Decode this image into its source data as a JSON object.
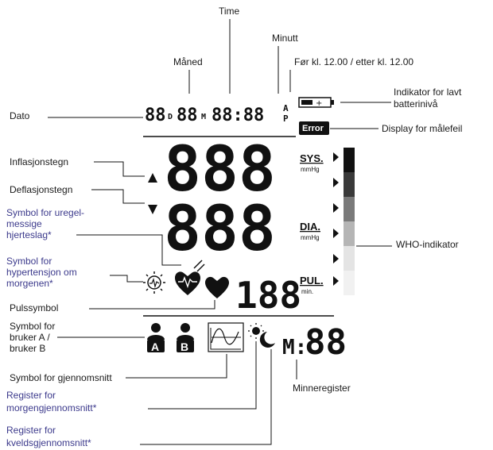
{
  "labels": {
    "time": "Time",
    "minutt": "Minutt",
    "maned": "Måned",
    "ampm": "Før kl. 12.00 / etter kl. 12.00",
    "battery_1": "Indikator for lavt",
    "battery_2": "batterinivå",
    "dato": "Dato",
    "malefeil": "Display for målefeil",
    "inflasjon": "Inflasjonstegn",
    "deflasjon": "Deflasjonstegn",
    "uregel_1": "Symbol for uregel-",
    "uregel_2": "messige",
    "uregel_3": "hjerteslag*",
    "hyper_1": "Symbol for",
    "hyper_2": "hypertensjon om",
    "hyper_3": "morgenen*",
    "who": "WHO-indikator",
    "puls": "Pulssymbol",
    "bruker_1": "Symbol for",
    "bruker_2": "bruker A /",
    "bruker_3": "bruker B",
    "gjennomsnitt": "Symbol for gjennomsnitt",
    "minne": "Minneregister",
    "morgen_1": "Register for",
    "morgen_2": "morgengjennomsnitt*",
    "kveld_1": "Register for",
    "kveld_2": "kveldsgjennomsnitt*"
  },
  "display": {
    "date_day": "88",
    "date_d": "D",
    "date_month": "88",
    "date_m": "M",
    "clock": "88:88",
    "am": "A",
    "pm": "P",
    "error": "Error",
    "sys_value": "888",
    "dia_value": "888",
    "pul_value": "188",
    "sys": "SYS.",
    "sys_unit": "mmHg",
    "dia": "DIA.",
    "dia_unit": "mmHg",
    "pul": "PUL.",
    "pul_unit": "min.",
    "user_a": "A",
    "user_b": "B",
    "mem_m": "M:",
    "mem_value": "88"
  },
  "colors": {
    "who_levels": [
      "#111111",
      "#3a3a3a",
      "#7a7a7a",
      "#b5b5b5",
      "#e4e4e4",
      "#f1f1f1"
    ]
  }
}
